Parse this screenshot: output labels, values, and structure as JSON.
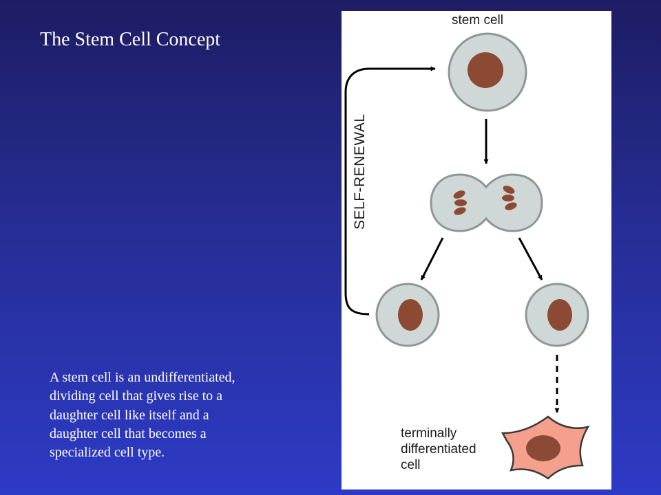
{
  "slide": {
    "title": "The Stem Cell Concept",
    "description_lines": [
      "A stem cell is an undifferentiated,",
      "dividing cell that gives rise to a",
      "daughter cell like itself and a",
      "daughter cell that becomes a",
      "specialized cell type."
    ]
  },
  "diagram": {
    "top_label": "stem cell",
    "loop_label": "SELF-RENEWAL",
    "bottom_label_lines": [
      "terminally",
      "differentiated",
      "cell"
    ],
    "colors": {
      "cytoplasm": "#cfd8d6",
      "membrane": "#8f9794",
      "nucleus": "#8c4a34",
      "differentiated_cell": "#f4a08c",
      "differentiated_outline": "#3a3a3a",
      "arrow": "#000000"
    }
  }
}
